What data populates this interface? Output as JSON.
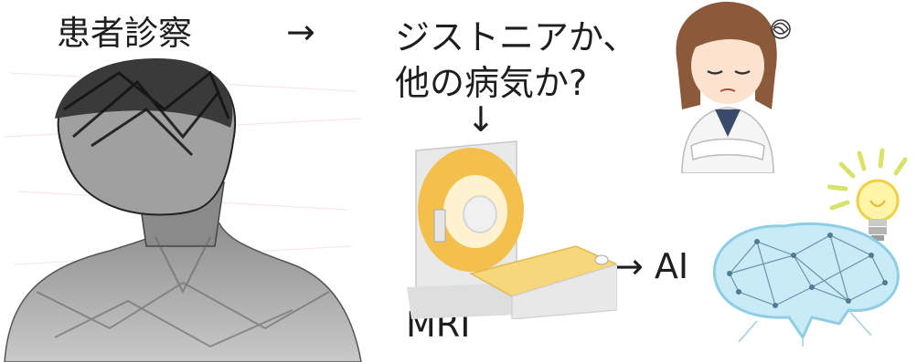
{
  "texts": {
    "exam": "患者診察",
    "arrow_right_1": "→",
    "question_line1": "ジストニアか、",
    "question_line2": "他の病気か?",
    "arrow_down": "↓",
    "arrow_ai": "→ AI",
    "mri": "MRI"
  },
  "colors": {
    "sketch_dark": "#1a1a1a",
    "sketch_gray": "#9a9a9a",
    "mri_orange": "#f3c04e",
    "mri_body": "#ececec",
    "brain_blue": "#bfe3f0",
    "bulb_yellow": "#ffe97a",
    "doctor_hair": "#8a5a3b"
  },
  "icons": [
    "patient-sketch-icon",
    "doctor-icon",
    "mri-scanner-icon",
    "ai-brain-icon",
    "lightbulb-icon"
  ]
}
